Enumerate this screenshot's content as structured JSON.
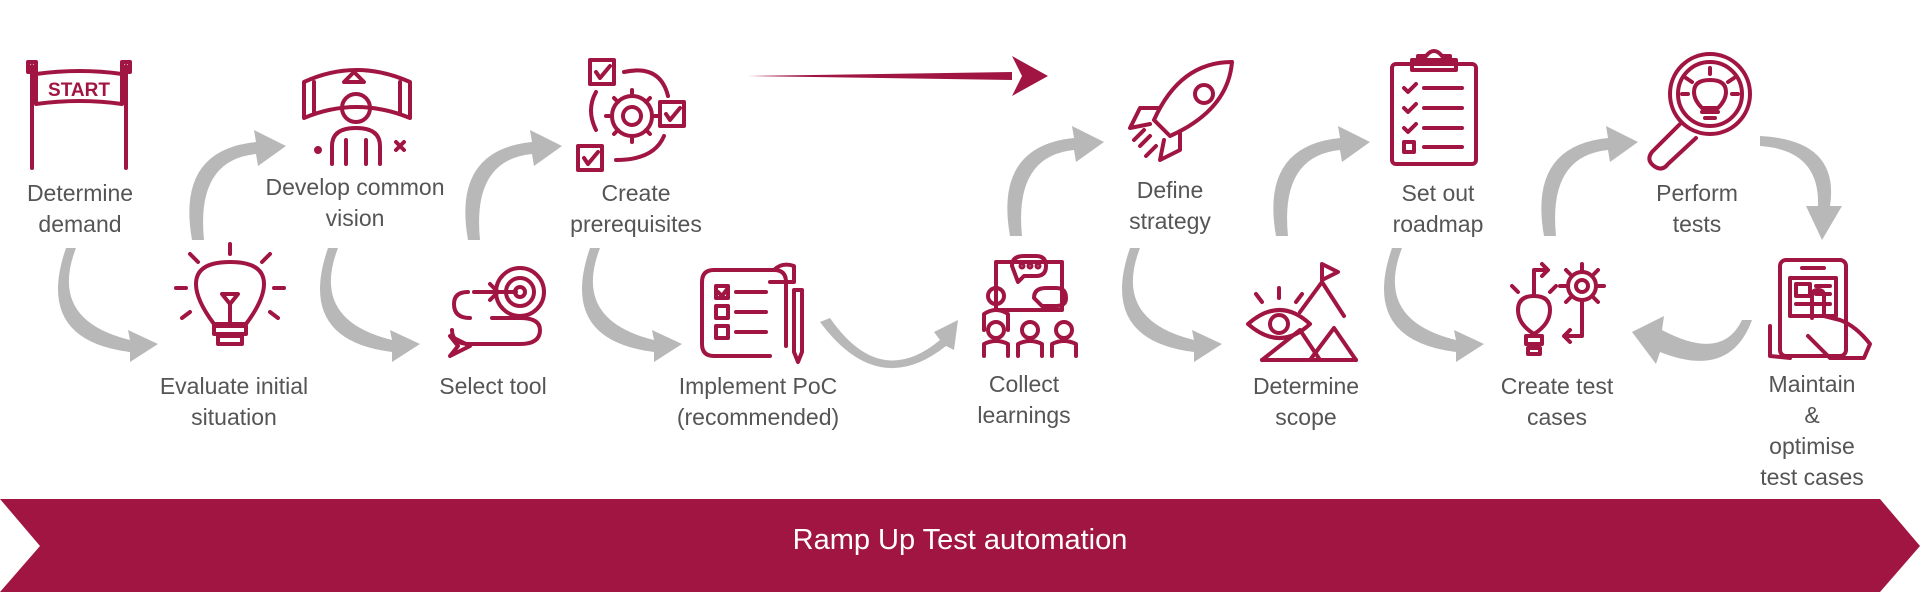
{
  "colors": {
    "accent": "#a01541",
    "connector": "#b8b8b8",
    "label": "#555555",
    "banner_text": "#ffffff"
  },
  "start_sign": "START",
  "steps": [
    {
      "label": "Determine\ndemand",
      "icon": "start-banner-icon"
    },
    {
      "label": "Evaluate initial\nsituation",
      "icon": "lightbulb-icon"
    },
    {
      "label": "Develop common\nvision",
      "icon": "vr-vision-icon"
    },
    {
      "label": "Select tool",
      "icon": "target-path-icon"
    },
    {
      "label": "Create\nprerequisites",
      "icon": "gear-cycle-icon"
    },
    {
      "label": "Implement PoC\n(recommended)",
      "icon": "checklist-scroll-icon"
    },
    {
      "label": "Collect\nlearnings",
      "icon": "team-presentation-icon"
    },
    {
      "label": "Define\nstrategy",
      "icon": "rocket-icon"
    },
    {
      "label": "Determine\nscope",
      "icon": "eye-mountain-icon"
    },
    {
      "label": "Set out\nroadmap",
      "icon": "clipboard-icon"
    },
    {
      "label": "Create test\ncases",
      "icon": "idea-gear-icon"
    },
    {
      "label": "Perform\ntests",
      "icon": "magnifier-bulb-icon"
    },
    {
      "label": "Maintain &\noptimise test cases",
      "icon": "tablet-touch-icon"
    }
  ],
  "banner": {
    "text": "Ramp Up Test automation"
  }
}
